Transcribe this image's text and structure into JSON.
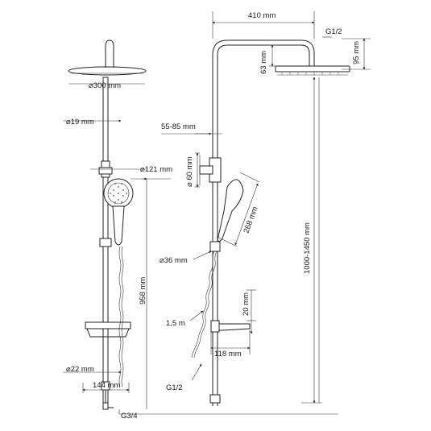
{
  "labels": {
    "overhead_diameter": "⌀300 mm",
    "pipe_diameter": "⌀19 mm",
    "hand_shower_diameter": "⌀121 mm",
    "riser_length": "958 mm",
    "bottom_pipe_diameter": "⌀22 mm",
    "width_bottom": "144 mm",
    "inlet_thread": "G3/4",
    "arm_width": "410 mm",
    "arm_thread": "G1/2",
    "head_height": "95 mm",
    "arm_drop": "63 mm",
    "bracket_range": "55-85 mm",
    "holder_diameter": "⌀ 60 mm",
    "hand_shower_length": "268 mm",
    "slider_diameter": "⌀36 mm",
    "total_height": "1000-1450 mm",
    "shelf_height": "20 mm",
    "hose_length": "1,5 m",
    "shelf_width": "118 mm",
    "hose_thread": "G1/2"
  }
}
